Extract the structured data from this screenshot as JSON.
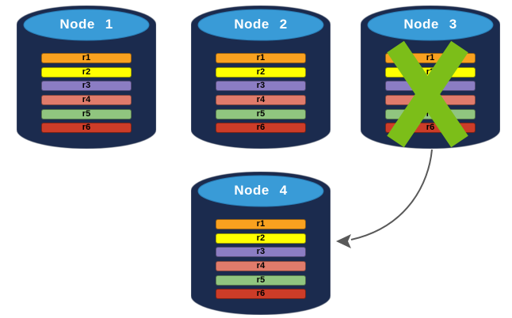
{
  "diagram": {
    "description": "Replicated database nodes; Node 3 has failed and its replicas are recovered on Node 4",
    "nodes": [
      {
        "label": "Node 1",
        "status": "active",
        "replicas": [
          "r1",
          "r2",
          "r3",
          "r4",
          "r5",
          "r6"
        ]
      },
      {
        "label": "Node 2",
        "status": "active",
        "replicas": [
          "r1",
          "r2",
          "r3",
          "r4",
          "r5",
          "r6"
        ]
      },
      {
        "label": "Node 3",
        "status": "failed",
        "replicas": [
          "r1",
          "r2",
          "r3",
          "r4",
          "r5",
          "r6"
        ]
      },
      {
        "label": "Node 4",
        "status": "active",
        "replicas": [
          "r1",
          "r2",
          "r3",
          "r4",
          "r5",
          "r6"
        ]
      }
    ],
    "replica_colors": {
      "r1": "#F9A11F",
      "r2": "#FFFF00",
      "r3": "#8B7DC3",
      "r4": "#E07B6B",
      "r5": "#90C57F",
      "r6": "#CC3C28"
    },
    "colors": {
      "cylinder_body": "#1B2B4E",
      "cylinder_top": "#399BD7",
      "failure_x": "#7CBE19",
      "arrow": "#595959",
      "title_text": "#FFFFFF",
      "replica_label_text": "#000000"
    },
    "icons": {
      "failure": "x-mark-icon",
      "replication": "curved-arrow-icon"
    }
  }
}
